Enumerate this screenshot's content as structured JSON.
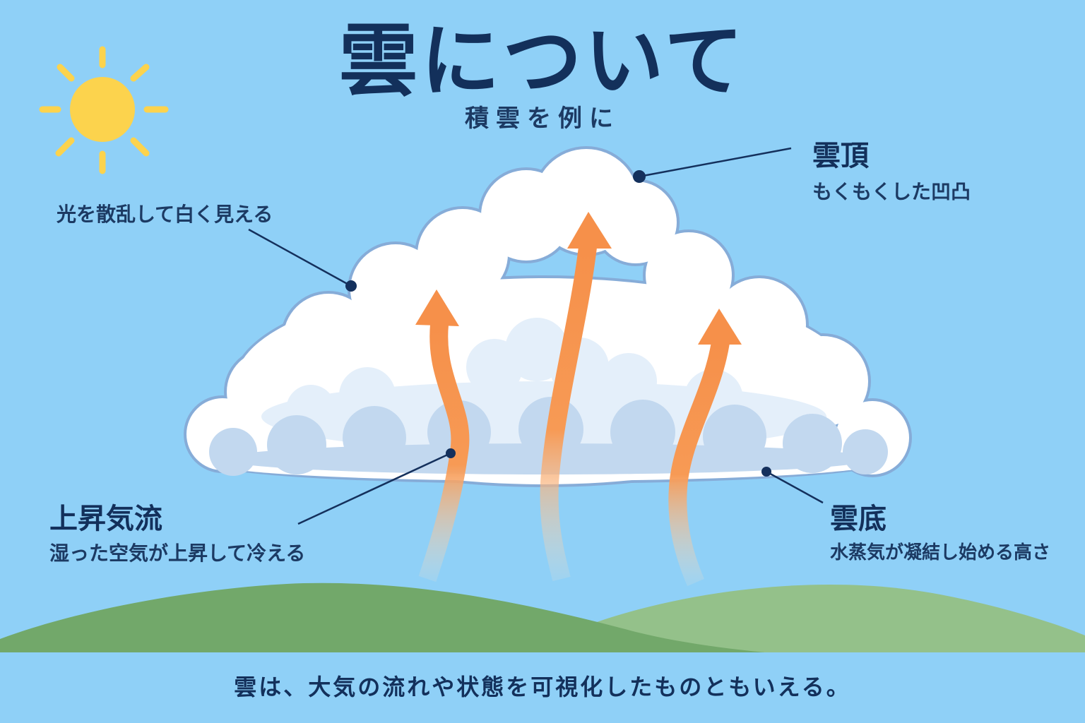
{
  "title": "雲について",
  "subtitle": "積雲を例に",
  "labels": {
    "light": {
      "desc": "光を散乱して白く見える"
    },
    "top": {
      "heading": "雲頂",
      "desc": "もくもくした凹凸"
    },
    "updraft": {
      "heading": "上昇気流",
      "desc": "湿った空気が上昇して冷える"
    },
    "base": {
      "heading": "雲底",
      "desc": "水蒸気が凝結し始める高さ"
    }
  },
  "footer": "雲は、大気の流れや状態を可視化したものともいえる。",
  "colors": {
    "sky": "#8fd0f7",
    "sun": "#fcd34d",
    "cloud": "#ffffff",
    "cloud_shadow": "#c2d8ef",
    "cloud_outline": "#86acd8",
    "arrow": "#f6904a",
    "hill_dark": "#72a86a",
    "hill_light": "#94c18a",
    "text": "#13305b"
  },
  "icons": [
    "sun-icon",
    "updraft-arrow-icon",
    "callout-dot-icon"
  ]
}
